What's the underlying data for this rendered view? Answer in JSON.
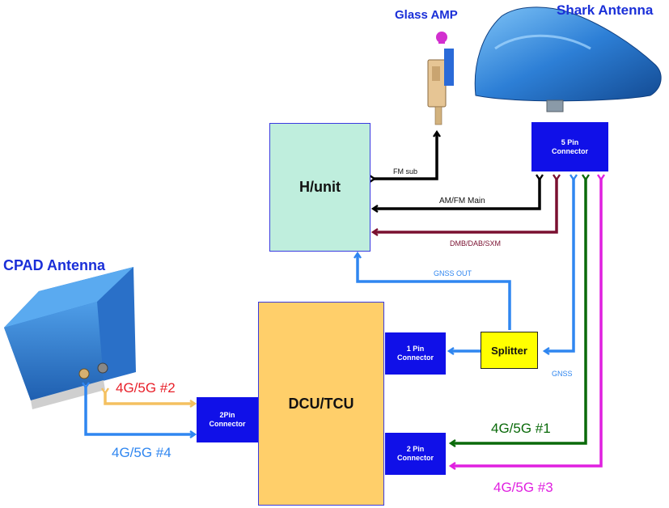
{
  "titles": {
    "glass_amp": "Glass AMP",
    "shark_antenna": "Shark Antenna",
    "cpad_antenna": "CPAD Antenna"
  },
  "blocks": {
    "hunit": "H/unit",
    "dcu_tcu": "DCU/TCU",
    "splitter": "Splitter",
    "conn_5pin": "5 Pin\nConnector",
    "conn_1pin": "1 Pin\nConnector",
    "conn_2pin_left": "2Pin\nConnector",
    "conn_2pin_right": "2 Pin\nConnector"
  },
  "signals": {
    "fm_sub": "FM sub",
    "am_fm_main": "AM/FM Main",
    "dmb_dab_sxm": "DMB/DAB/SXM",
    "gnss_out": "GNSS OUT",
    "gnss": "GNSS",
    "g1": "4G/5G #1",
    "g2": "4G/5G #2",
    "g3": "4G/5G #3",
    "g4": "4G/5G #4"
  },
  "colors": {
    "black_line": "#000000",
    "maroon_line": "#7a1030",
    "blue_line": "#2f86f0",
    "green_line": "#0a6a0a",
    "magenta_line": "#e020e0",
    "orange_line": "#f4c060",
    "connector_fill": "#1010e8",
    "hunit_fill": "#bfeedd",
    "dcu_fill": "#ffcf6a",
    "splitter_fill": "#ffff00"
  }
}
